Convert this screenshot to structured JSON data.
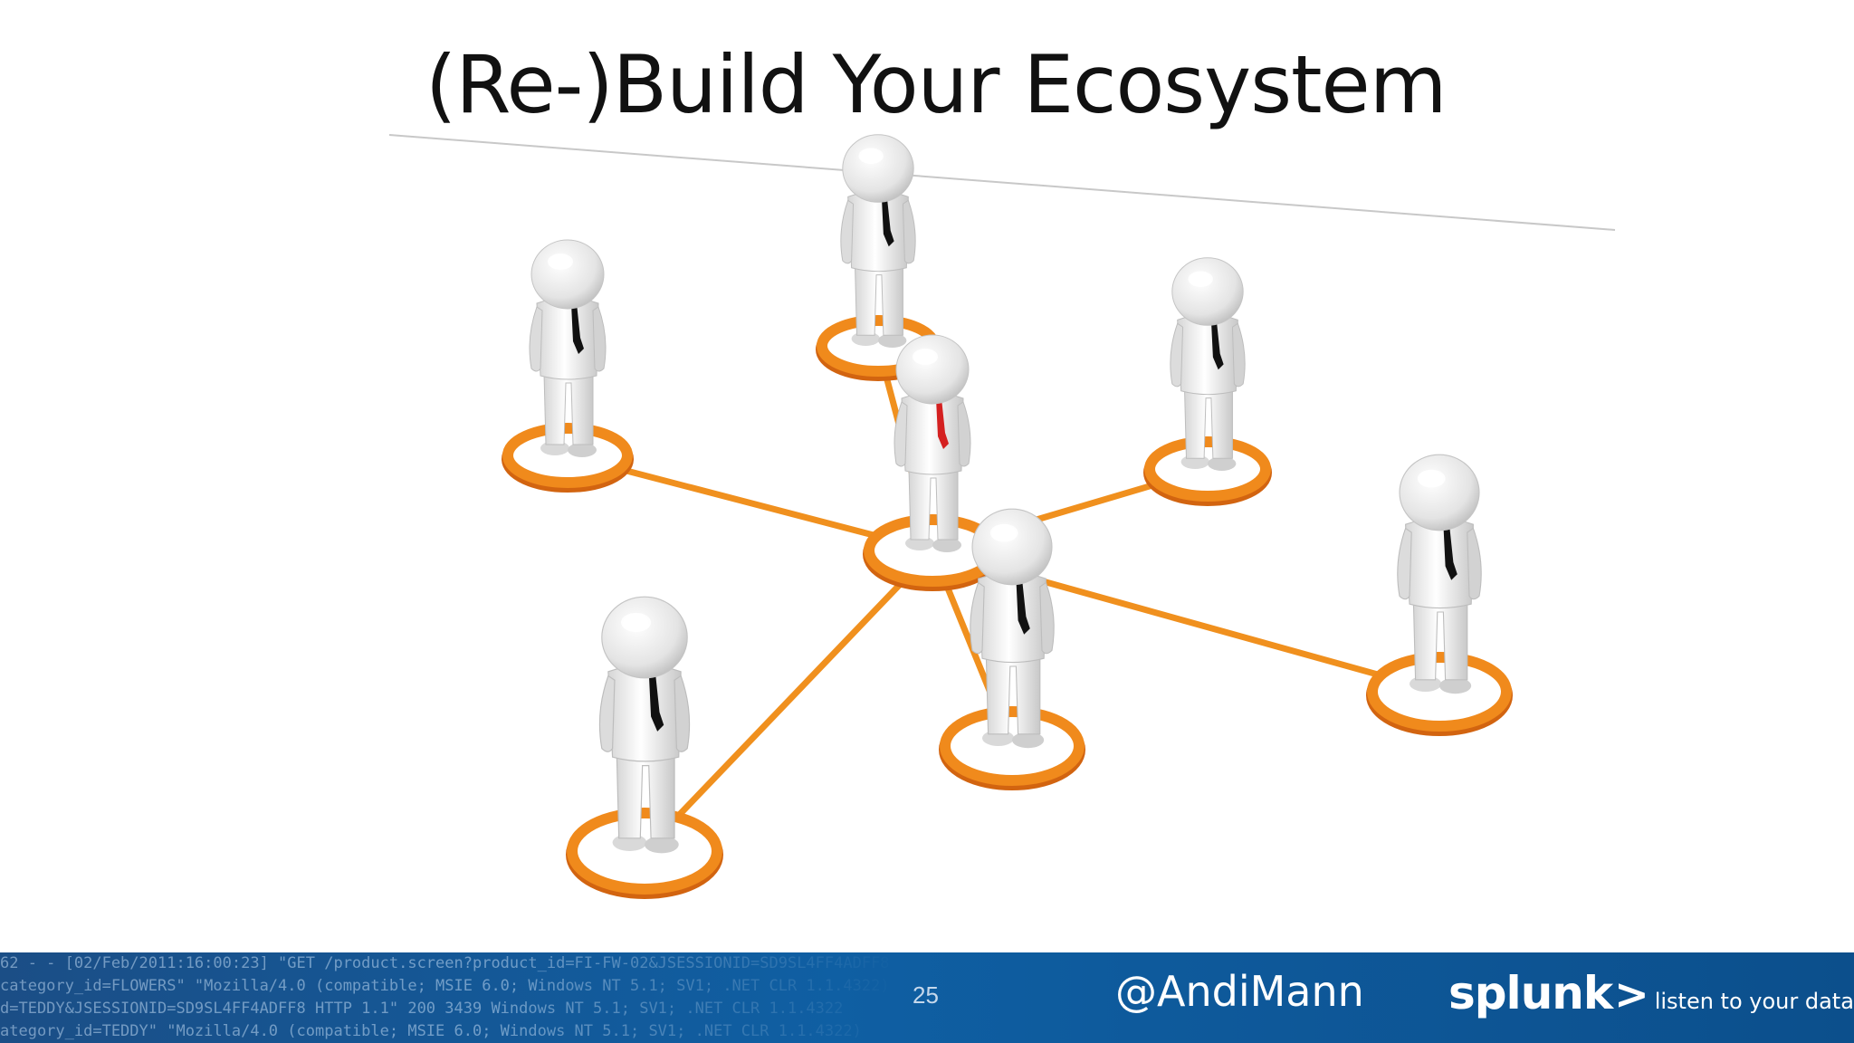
{
  "slide": {
    "title": "(Re-)Build Your Ecosystem"
  },
  "illustration": {
    "icon": "people-network-icon",
    "ring_color": "#f08a1c",
    "line_color": "#f0901e",
    "center_tie_color": "#d42020",
    "tie_color": "#111111"
  },
  "footer": {
    "page_number": "25",
    "handle": "@AndiMann",
    "brand": {
      "name": "splunk",
      "chevron": ">",
      "tagline": "listen to your data"
    },
    "log_lines": [
      "62 - - [02/Feb/2011:16:00:23] \"GET /product.screen?product_id=FI-FW-02&JSESSIONID=SD9SL4FF4ADFF8",
      "category_id=FLOWERS\" \"Mozilla/4.0 (compatible; MSIE 6.0; Windows NT 5.1; SV1; .NET CLR 1.1.4322)",
      "d=TEDDY&JSESSIONID=SD9SL4FF4ADFF8 HTTP 1.1\" 200 3439 Windows NT 5.1; SV1; .NET CLR 1.1.4322",
      "ategory_id=TEDDY\" \"Mozilla/4.0 (compatible; MSIE 6.0; Windows NT 5.1; SV1; .NET CLR 1.1.4322)"
    ]
  }
}
